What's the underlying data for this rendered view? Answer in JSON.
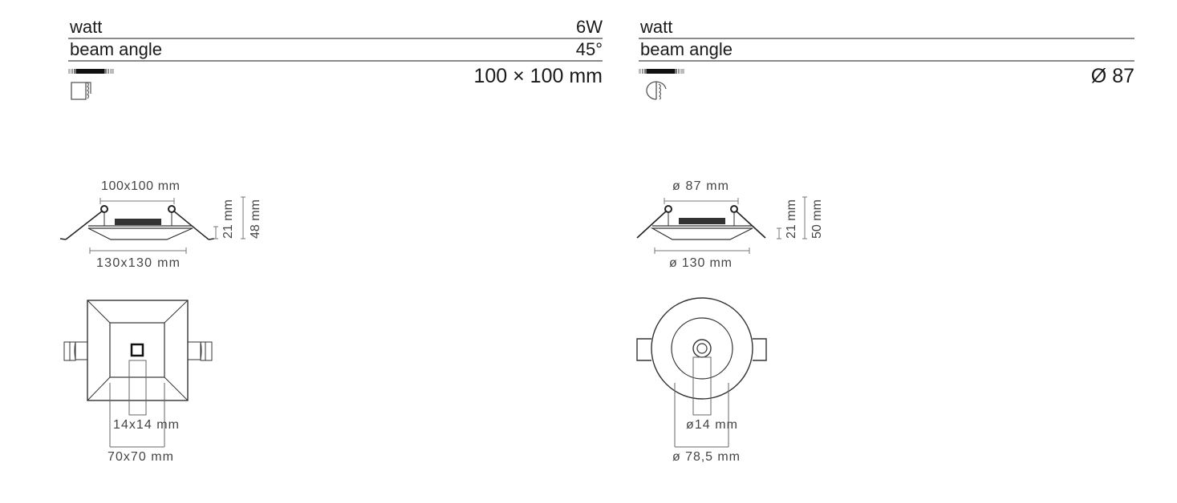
{
  "left": {
    "rows": [
      {
        "label": "watt",
        "value": "6W"
      },
      {
        "label": "beam angle",
        "value": "45°"
      }
    ],
    "cutout": {
      "icon": "square-cutout-icon",
      "value": "100 × 100 mm"
    },
    "side_view": {
      "top_dim": "100x100 mm",
      "bottom_dim": "130x130 mm",
      "height_small": "21 mm",
      "height_total": "48 mm"
    },
    "top_view": {
      "inner_dim": "14x14 mm",
      "outer_dim": "70x70 mm"
    }
  },
  "right": {
    "rows": [
      {
        "label": "watt",
        "value": ""
      },
      {
        "label": "beam angle",
        "value": ""
      }
    ],
    "cutout": {
      "icon": "round-cutout-icon",
      "value": "Ø 87"
    },
    "side_view": {
      "top_dim": "ø 87 mm",
      "bottom_dim": "ø 130 mm",
      "height_small": "21 mm",
      "height_total": "50 mm"
    },
    "top_view": {
      "inner_dim": "ø14 mm",
      "outer_dim": "ø 78,5 mm"
    }
  }
}
